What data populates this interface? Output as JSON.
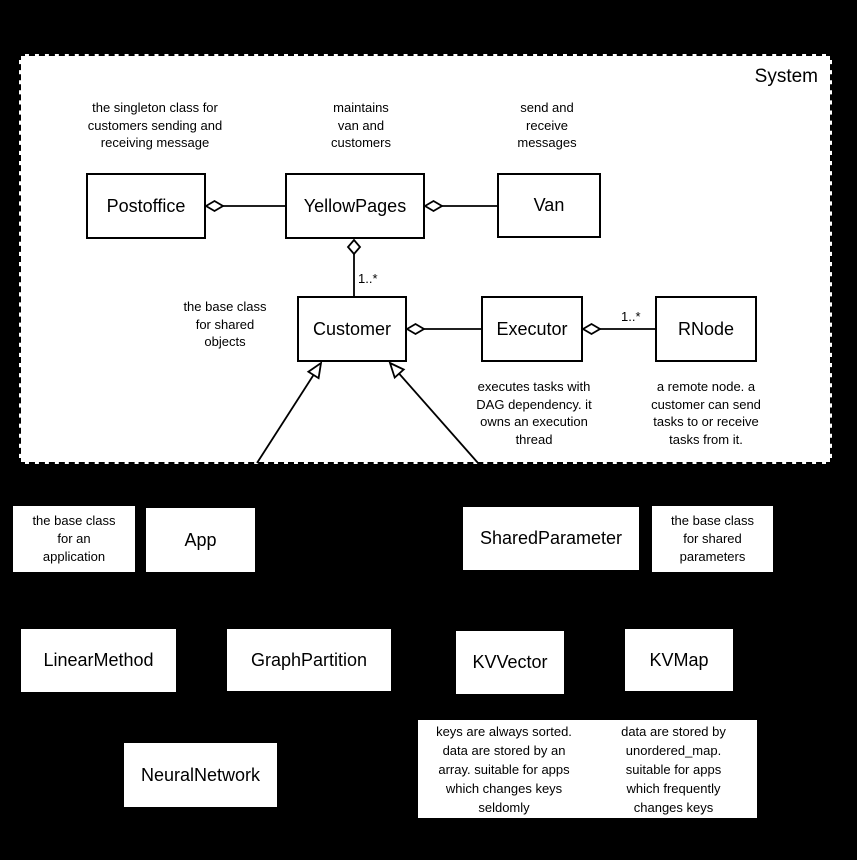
{
  "colors": {
    "page_background": "#000000",
    "surface": "#ffffff",
    "line": "#000000",
    "text": "#000000"
  },
  "system": {
    "title": "System",
    "classes": {
      "postoffice": "Postoffice",
      "yellowpages": "YellowPages",
      "van": "Van",
      "customer": "Customer",
      "executor": "Executor",
      "rnode": "RNode"
    },
    "annotations": {
      "postoffice": "the singleton class for\ncustomers sending and\nreceiving message",
      "yellowpages": "maintains\nvan and\ncustomers",
      "van": "send and\nreceive\nmessages",
      "customer": "the base class\nfor shared\nobjects",
      "executor": "executes tasks with\nDAG dependency. it\nowns an execution\nthread",
      "rnode": "a remote node. a\ncustomer can send\ntasks to or receive\ntasks from it."
    },
    "multiplicities": {
      "yellowpages_customer": "1..*",
      "executor_rnode": "1..*"
    }
  },
  "apps": {
    "classes": {
      "app": "App",
      "sharedparameter": "SharedParameter",
      "linearmethod": "LinearMethod",
      "graphpartition": "GraphPartition",
      "kvvector": "KVVector",
      "kvmap": "KVMap",
      "neuralnetwork": "NeuralNetwork"
    },
    "annotations": {
      "app": "the base class\nfor an\napplication",
      "sharedparameter": "the base class\nfor shared\nparameters",
      "kvvector": "keys are always sorted.\ndata are stored by an\narray. suitable for apps\nwhich changes keys\nseldomly",
      "kvmap": "data are stored by\nunordered_map.\nsuitable for apps\nwhich frequently\nchanges keys"
    }
  }
}
